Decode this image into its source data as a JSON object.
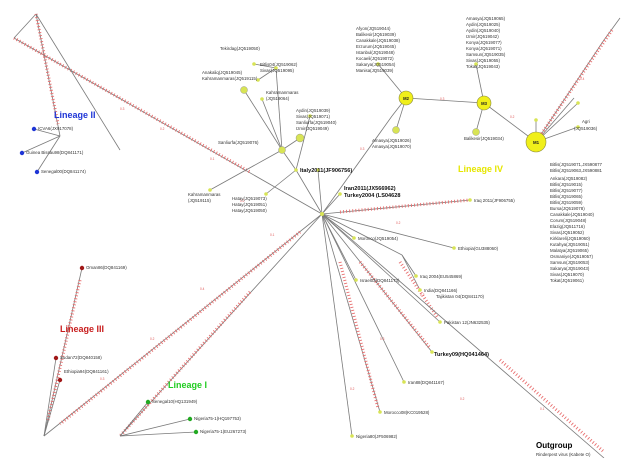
{
  "lineages": {
    "lineage2": {
      "text": "Lineage II",
      "color": "#1e35d6"
    },
    "lineage3": {
      "text": "Lineage III",
      "color": "#c81e1e"
    },
    "lineage1": {
      "text": "Lineage I",
      "color": "#22cc22"
    },
    "lineage4": {
      "text": "Lineage IV",
      "color": "#e6e600"
    }
  },
  "outgroup": {
    "text": "Outgroup"
  },
  "hubs": [
    {
      "id": "m2",
      "label": "M2"
    },
    {
      "id": "m3",
      "label": "M3"
    },
    {
      "id": "m1",
      "label": "M1"
    }
  ],
  "highlighted_labels": {
    "italy": "Italy2011(JF906756)",
    "iran2011": "Iran2011(JX566962)",
    "turkey2004": "Turkey2004 (LS04628",
    "turkey09": "Turkey09(HQ041464)"
  },
  "leaf_labels": {
    "l2_a": "ICVA6(JX917078)",
    "l2_b": "Guinea Bissau98(DQ841171)",
    "l2_c": "Senegal00(DQ841174)",
    "l3_a": "Oman86(DQ841169)",
    "l3_b": "Sudan72(DQ840158)",
    "l3_c": "Ethiopia94(DQ841161)",
    "l1_a": "Senegal10(HQ131949)",
    "l1_b": "Nigeria75-1(HQ197753)",
    "l1_c": "Nigeria75-1(EU267273)",
    "lC_1": "Tekirdag(JQ519050)",
    "lC_2": "Anakaliq(JQ519045)",
    "lC_3": "Kahramanmaras(JQ519115)",
    "lC_4": "Bitlis04(JQ519062)",
    "lC_5": "Sivas(JQ519095)",
    "lC_6": "Kahramanmaras",
    "lC_7": "(JQ519064)",
    "lC_8": "Aydin(JQ519039)",
    "lC_9": "Sivas(JQ519071)",
    "lC_10": "Sanliurfa(JQ519040)",
    "lC_11": "Izmir(JQ519049)",
    "lC_12": "Sanliurfa(JQ519076)",
    "lC_13": "Kahramanmaras",
    "lC_14": "(JQ519115)",
    "lC_15": "Hatay(JQ519073)",
    "lC_16": "Hatay(JQ519051)",
    "lC_17": "Hatay(JQ519050)",
    "lM2_1": "Afyon(JQ519044)",
    "lM2_2": "Balikesir(JQ519039)",
    "lM2_3": "Canakkale(JQ519038)",
    "lM2_4": "Erzurum(JQ519045)",
    "lM2_5": "Istanbul(JQ519048)",
    "lM2_6": "Kocaeli(JQ519072)",
    "lM2_7": "Sakarya(JQ519054)",
    "lM2_8": "Manisa(JQ519039)",
    "lM2_9": "Amasya(JQ519026)",
    "lM2_10": "Amasya(JQ519070)",
    "lM3_1": "Amasya(JQ519065)",
    "lM3_2": "Aydin(JQ519025)",
    "lM3_3": "Aydin(JQ519040)",
    "lM3_4": "Izmir(JQ519042)",
    "lM3_5": "Konya(JQ519077)",
    "lM3_6": "Konya(JQ519071)",
    "lM3_7": "Samsun(JQ519035)",
    "lM3_8": "Sivas(JQ519055)",
    "lM3_9": "Tokat(JQ519043)",
    "lM3_10": "Balikesir(JQ519034)",
    "lM1_1": "Agri",
    "lM1_2": "(JQ519036)",
    "lM1_3": "Bitlis(JQ519071,JX590877",
    "lM1_4": "Bitlis(JQ519063,JX590881",
    "lM1_5": "Ankara(JQ519082)",
    "lM1_6": "Bitlis(JQ519015)",
    "lM1_7": "Bitlis(JQ519077)",
    "lM1_8": "Bitlis(JQ519065)",
    "lM1_9": "Bitlis(JQ519059)",
    "lM1_10": "Bursa(JQ519078)",
    "lM1_11": "Canakkale(JQ519040)",
    "lM1_12": "Corum(JQ519048)",
    "lM1_13": "Elazig(JQ511716)",
    "lM1_14": "Sivas(JQ519052)",
    "lM1_15": "Kirklareli(JQ519060)",
    "lM1_16": "Kutahya(JQ519051)",
    "lM1_17": "Malatya(JQ519065)",
    "lM1_18": "Osmaniye(JQ519057)",
    "lM1_19": "Samsun(JQ519053)",
    "lM1_20": "Sakarya(JQ519043)",
    "lM1_21": "Sivas(JQ519070)",
    "lM1_22": "Tokat(JQ519061)",
    "lD_1": "Morocco(JQ519054)",
    "lD_2": "Iraq 2011(JF906755)",
    "lD_3": "Israel03(DQ841173)",
    "lD_4": "Ethiopia(GU388060)",
    "lD_5": "Iraq 2004(EU545869)",
    "lD_6": "India(DQ841166)",
    "lD_7": "Tajikistan 04(DQ841170)",
    "lD_8": "Pakistan 12(JN632535)",
    "lD_9": "Iran88(DQ841167)",
    "lD_10": "Morocco08(KC019528)",
    "lD_11": "Nigeria80(JF506982)",
    "lO_1": "Rinderpest virus (Kabete O)"
  }
}
